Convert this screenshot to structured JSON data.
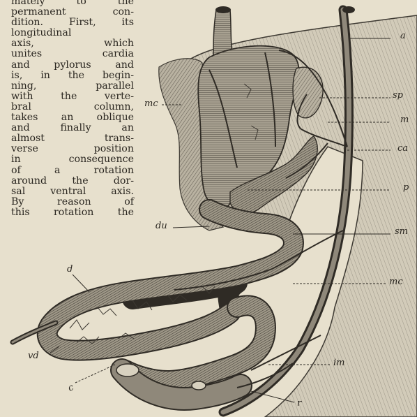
{
  "text_lines": [
    "mately to the",
    "permanent con-",
    "dition. First, its",
    "longitudinal",
    "axis, which",
    "unites cardia",
    "and pylorus and",
    "is, in the begin-",
    "ning, parallel",
    "with the verte-",
    "bral column,",
    "takes an oblique",
    "and finally an",
    "almost trans-",
    "verse position",
    "in consequence",
    "of a rotation",
    "around the dor-",
    "sal ventral axis.",
    "By reason of",
    "this rotation the"
  ],
  "labels": {
    "a": "a",
    "sp": "sp",
    "mc_left": "mc",
    "m": "m",
    "ca": "ca",
    "p": "p",
    "du": "du",
    "sm": "sm",
    "d": "d",
    "mc_right": "mc",
    "vd": "vd",
    "c": "c",
    "im": "im",
    "r": "r"
  }
}
